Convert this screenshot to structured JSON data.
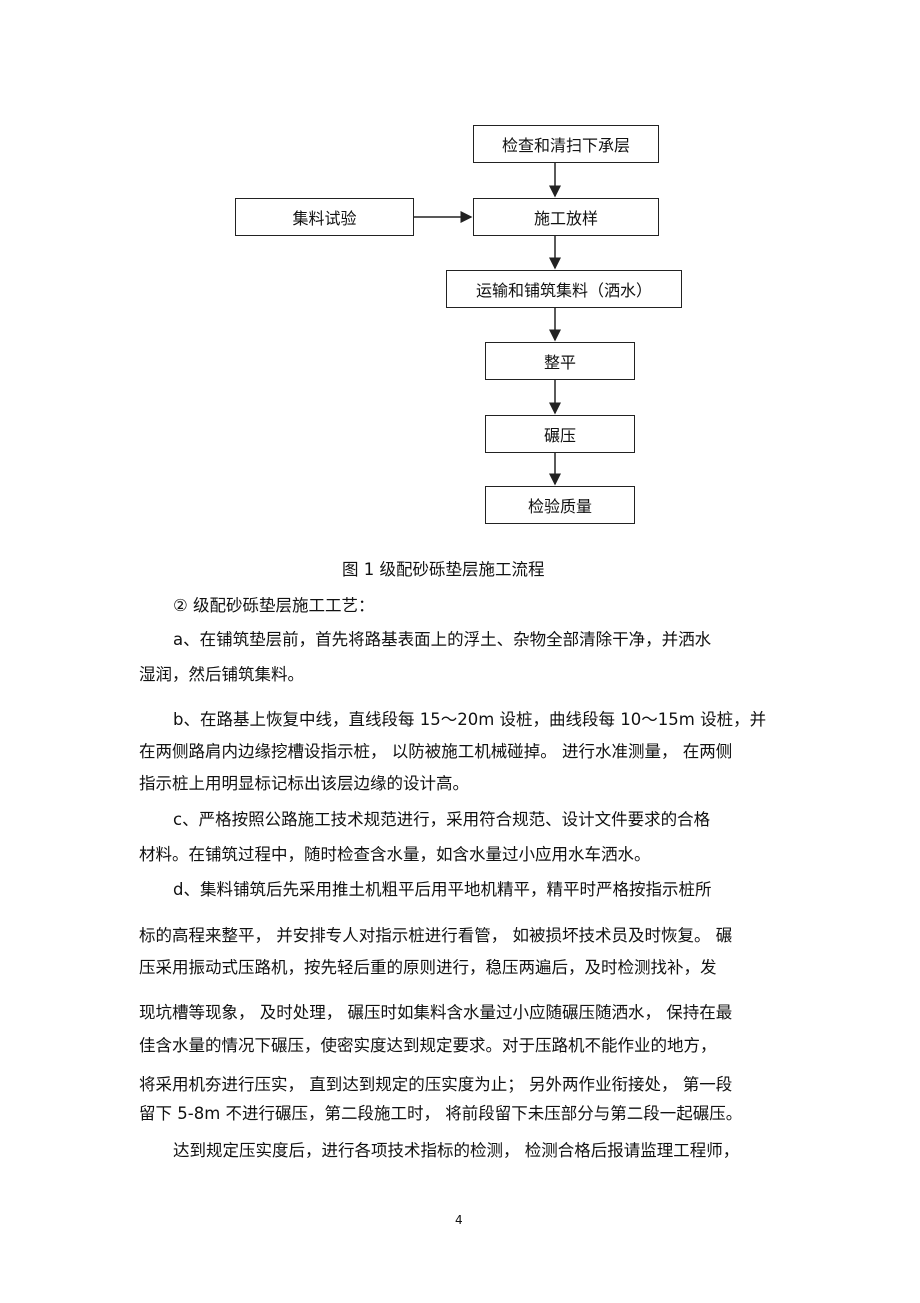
{
  "flowchart": {
    "step_inspect": "检查和清扫下承层",
    "step_test": "集料试验",
    "step_stakeout": "施工放样",
    "step_transport": "运输和铺筑集料（洒水）",
    "step_level": "整平",
    "step_compact": "碾压",
    "step_quality": "检验质量"
  },
  "caption": "图 1  级配砂砾垫层施工流程",
  "lines": [
    "②  级配砂砾垫层施工工艺：",
    "a、在铺筑垫层前，首先将路基表面上的浮土、杂物全部清除干净，并洒水",
    "湿润，然后铺筑集料。",
    "b、在路基上恢复中线，直线段每 15～20m 设桩，曲线段每 10～15m 设桩，并",
    "在两侧路肩内边缘挖槽设指示桩，  以防被施工机械碰掉。  进行水准测量，  在两侧",
    "指示桩上用明显标记标出该层边缘的设计高。",
    "c、严格按照公路施工技术规范进行，采用符合规范、设计文件要求的合格",
    "材料。在铺筑过程中，随时检查含水量，如含水量过小应用水车洒水。",
    "d、集料铺筑后先采用推土机粗平后用平地机精平，精平时严格按指示桩所",
    "标的高程来整平，  并安排专人对指示桩进行看管，  如被损坏技术员及时恢复。  碾",
    "压采用振动式压路机，按先轻后重的原则进行，稳压两遍后，及时检测找补，发",
    "现坑槽等现象，  及时处理，  碾压时如集料含水量过小应随碾压随洒水，  保持在最",
    "佳含水量的情况下碾压，使密实度达到规定要求。对于压路机不能作业的地方，",
    "将采用机夯进行压实，  直到达到规定的压实度为止；  另外两作业衔接处，  第一段",
    "留下 5-8m 不进行碾压，第二段施工时，  将前段留下未压部分与第二段一起碾压。",
    "达到规定压实度后，进行各项技术指标的检测，  检测合格后报请监理工程师，"
  ],
  "page_number": "4"
}
